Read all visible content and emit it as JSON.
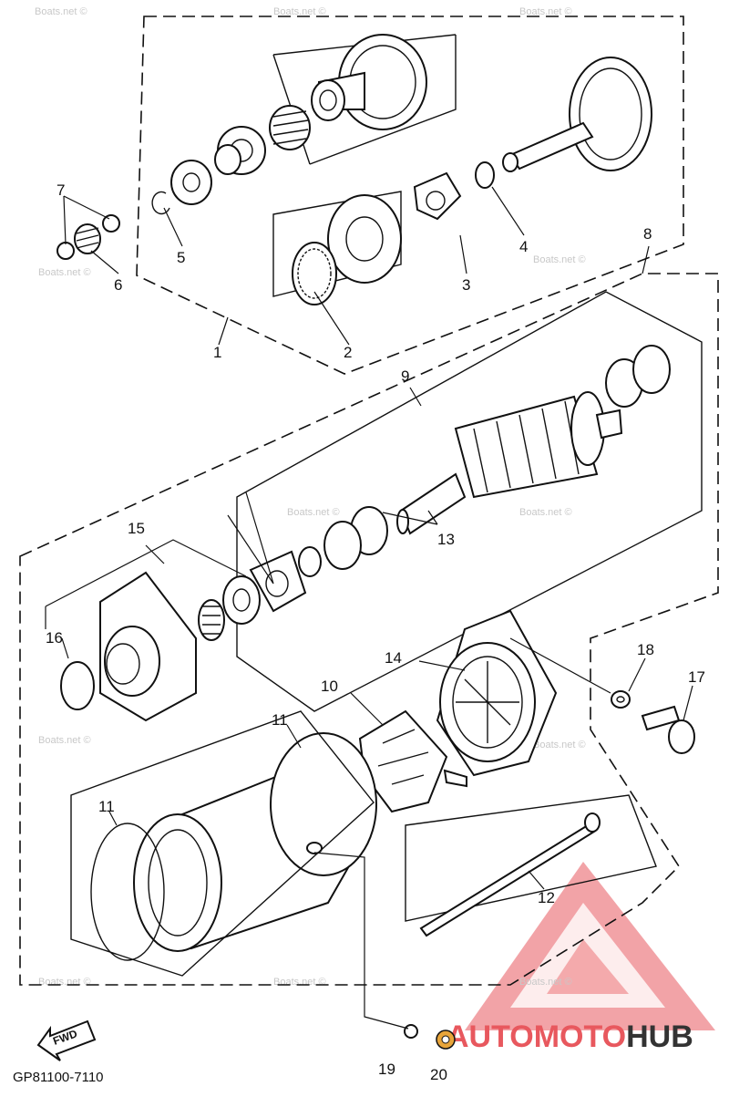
{
  "diagram": {
    "part_labels": {
      "p1": "1",
      "p2": "2",
      "p3": "3",
      "p4": "4",
      "p5": "5",
      "p6": "6",
      "p7": "7",
      "p8": "8",
      "p9": "9",
      "p10": "10",
      "p11a": "11",
      "p11b": "11",
      "p12": "12",
      "p13": "13",
      "p14": "14",
      "p15": "15",
      "p16": "16",
      "p17": "17",
      "p18": "18",
      "p19": "19",
      "p20": "20"
    },
    "fwd_label": "FWD",
    "drawing_code": "GP81100-7110"
  },
  "watermark": {
    "text": "Boats.net ©",
    "brand_auto": "AUTO",
    "brand_moto": "MOTO",
    "brand_hub": "HUB",
    "colors": {
      "logo_red": "#e8585e",
      "logo_dark": "#333333",
      "watermark_gray": "#c8c8c8"
    }
  }
}
